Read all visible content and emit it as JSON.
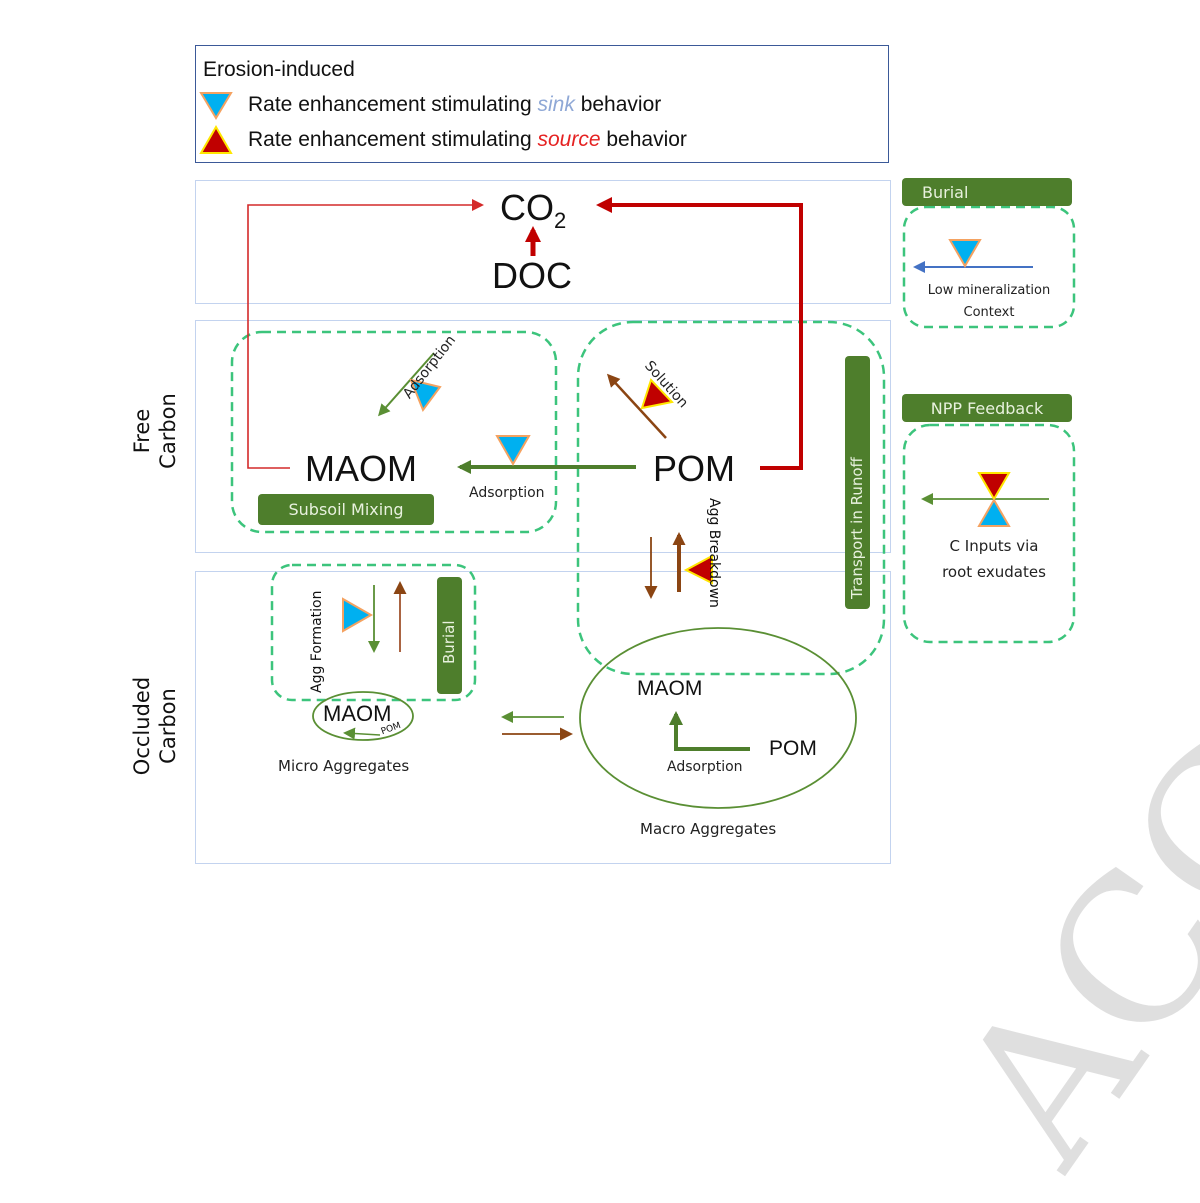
{
  "legend": {
    "title": "Erosion-induced",
    "sink_row": {
      "prefix": "Rate enhancement  stimulating ",
      "keyword": "sink",
      "suffix": " behavior",
      "icon": "sink-triangle-icon"
    },
    "source_row": {
      "prefix": "Rate enhancement  stimulating ",
      "keyword": "source",
      "suffix": " behavior",
      "icon": "source-triangle-icon"
    }
  },
  "atmosphere": {
    "co2_label": "CO",
    "co2_subscript": "2",
    "doc_label": "DOC"
  },
  "side_labels": {
    "free_carbon": [
      "Free",
      "Carbon"
    ],
    "occluded_carbon": [
      "Occluded",
      "Carbon"
    ]
  },
  "free_carbon": {
    "maom_label": "MAOM",
    "pom_label": "POM",
    "adsorption_diag_label": "Adsorption",
    "adsorption_horiz_label": "Adsorption",
    "solution_label": "Solution",
    "subsoil_mixing_tag": "Subsoil Mixing",
    "agg_breakdown_label": "Agg Breakdown",
    "transport_runoff_tag": "Transport in Runoff"
  },
  "occluded_carbon": {
    "agg_formation_label": "Agg Formation",
    "burial_tag": "Burial",
    "micro": {
      "maom_label": "MAOM",
      "pom_label": "POM",
      "caption": "Micro Aggregates"
    },
    "macro": {
      "maom_label": "MAOM",
      "pom_label": "POM",
      "adsorption_label": "Adsorption",
      "caption": "Macro Aggregates"
    }
  },
  "side_panels": {
    "burial": {
      "tag": "Burial",
      "caption_lines": [
        "Low mineralization",
        "Context"
      ]
    },
    "npp_feedback": {
      "tag": "NPP Feedback",
      "caption_lines": [
        "C Inputs via",
        "root exudates"
      ]
    }
  },
  "colors": {
    "sink_fill": "#00b0f0",
    "sink_stroke": "#f4a261",
    "source_fill": "#c00000",
    "source_stroke": "#ffe600",
    "co2_flux_red": "#c00000",
    "green_flow": "#4e7e2c",
    "brown_flow": "#8b4513",
    "blue_flow": "#4472c4",
    "dashed_green": "#3cc47c",
    "region_border": "#c3d3ef",
    "legend_border": "#3b5998",
    "tag_green": "#4e7e2c"
  },
  "watermark": "ACCEPTED"
}
